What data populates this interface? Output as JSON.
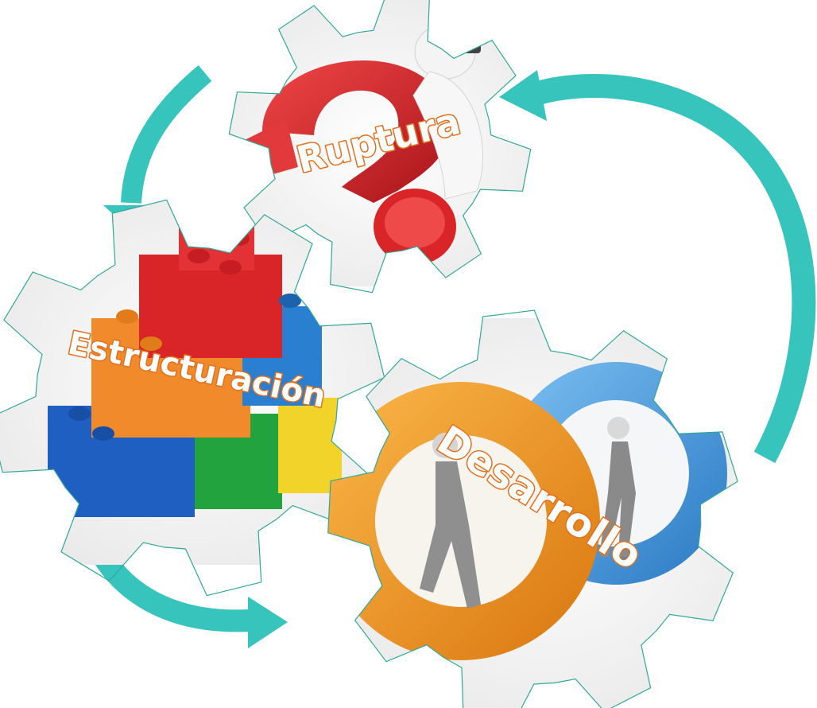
{
  "cycle": {
    "stages": [
      {
        "label": "Ruptura"
      },
      {
        "label": "Estructuración"
      },
      {
        "label": "Desarrollo"
      }
    ]
  },
  "colors": {
    "arrow": "#37c4bc",
    "gear_outline": "#2fa897",
    "label_outline": "#e0701e",
    "ruptura_red": "#d92428",
    "lego_blue": "#1f5fc2",
    "lego_green": "#23a33d",
    "lego_orange": "#f08a2a",
    "lego_yellow": "#f2d32a",
    "gear_orange": "#f29b20",
    "gear_blue": "#4d9ee0"
  },
  "icons": [
    "cycle-arrow-icon",
    "gear-icon",
    "lego-bricks-icon",
    "question-mark-icon",
    "walking-figure-icon"
  ]
}
